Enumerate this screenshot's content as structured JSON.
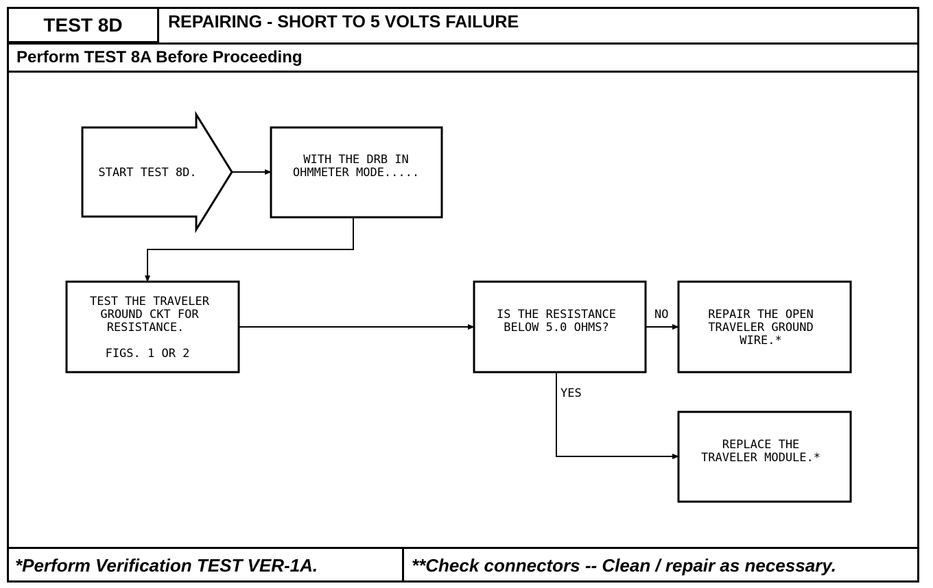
{
  "header": {
    "test_id": "TEST 8D",
    "title": "REPAIRING - SHORT TO 5 VOLTS FAILURE",
    "subtitle": "Perform TEST 8A Before Proceeding"
  },
  "flowchart": {
    "start": {
      "label": "START TEST 8D."
    },
    "step1": {
      "lines": [
        "WITH THE DRB IN",
        "OHMMETER MODE....."
      ]
    },
    "step2": {
      "lines": [
        "TEST THE TRAVELER",
        "GROUND CKT FOR",
        "RESISTANCE.",
        "FIGS. 1 OR 2"
      ]
    },
    "decision": {
      "lines": [
        "IS THE RESISTANCE",
        "BELOW 5.0 OHMS?"
      ]
    },
    "no_label": "NO",
    "yes_label": "YES",
    "no_result": {
      "lines": [
        "REPAIR THE OPEN",
        "TRAVELER GROUND",
        "WIRE.*"
      ]
    },
    "yes_result": {
      "lines": [
        "REPLACE THE",
        "TRAVELER MODULE.*"
      ]
    }
  },
  "footer": {
    "left": "*Perform Verification TEST VER-1A.",
    "right": "**Check connectors -- Clean / repair as necessary."
  }
}
